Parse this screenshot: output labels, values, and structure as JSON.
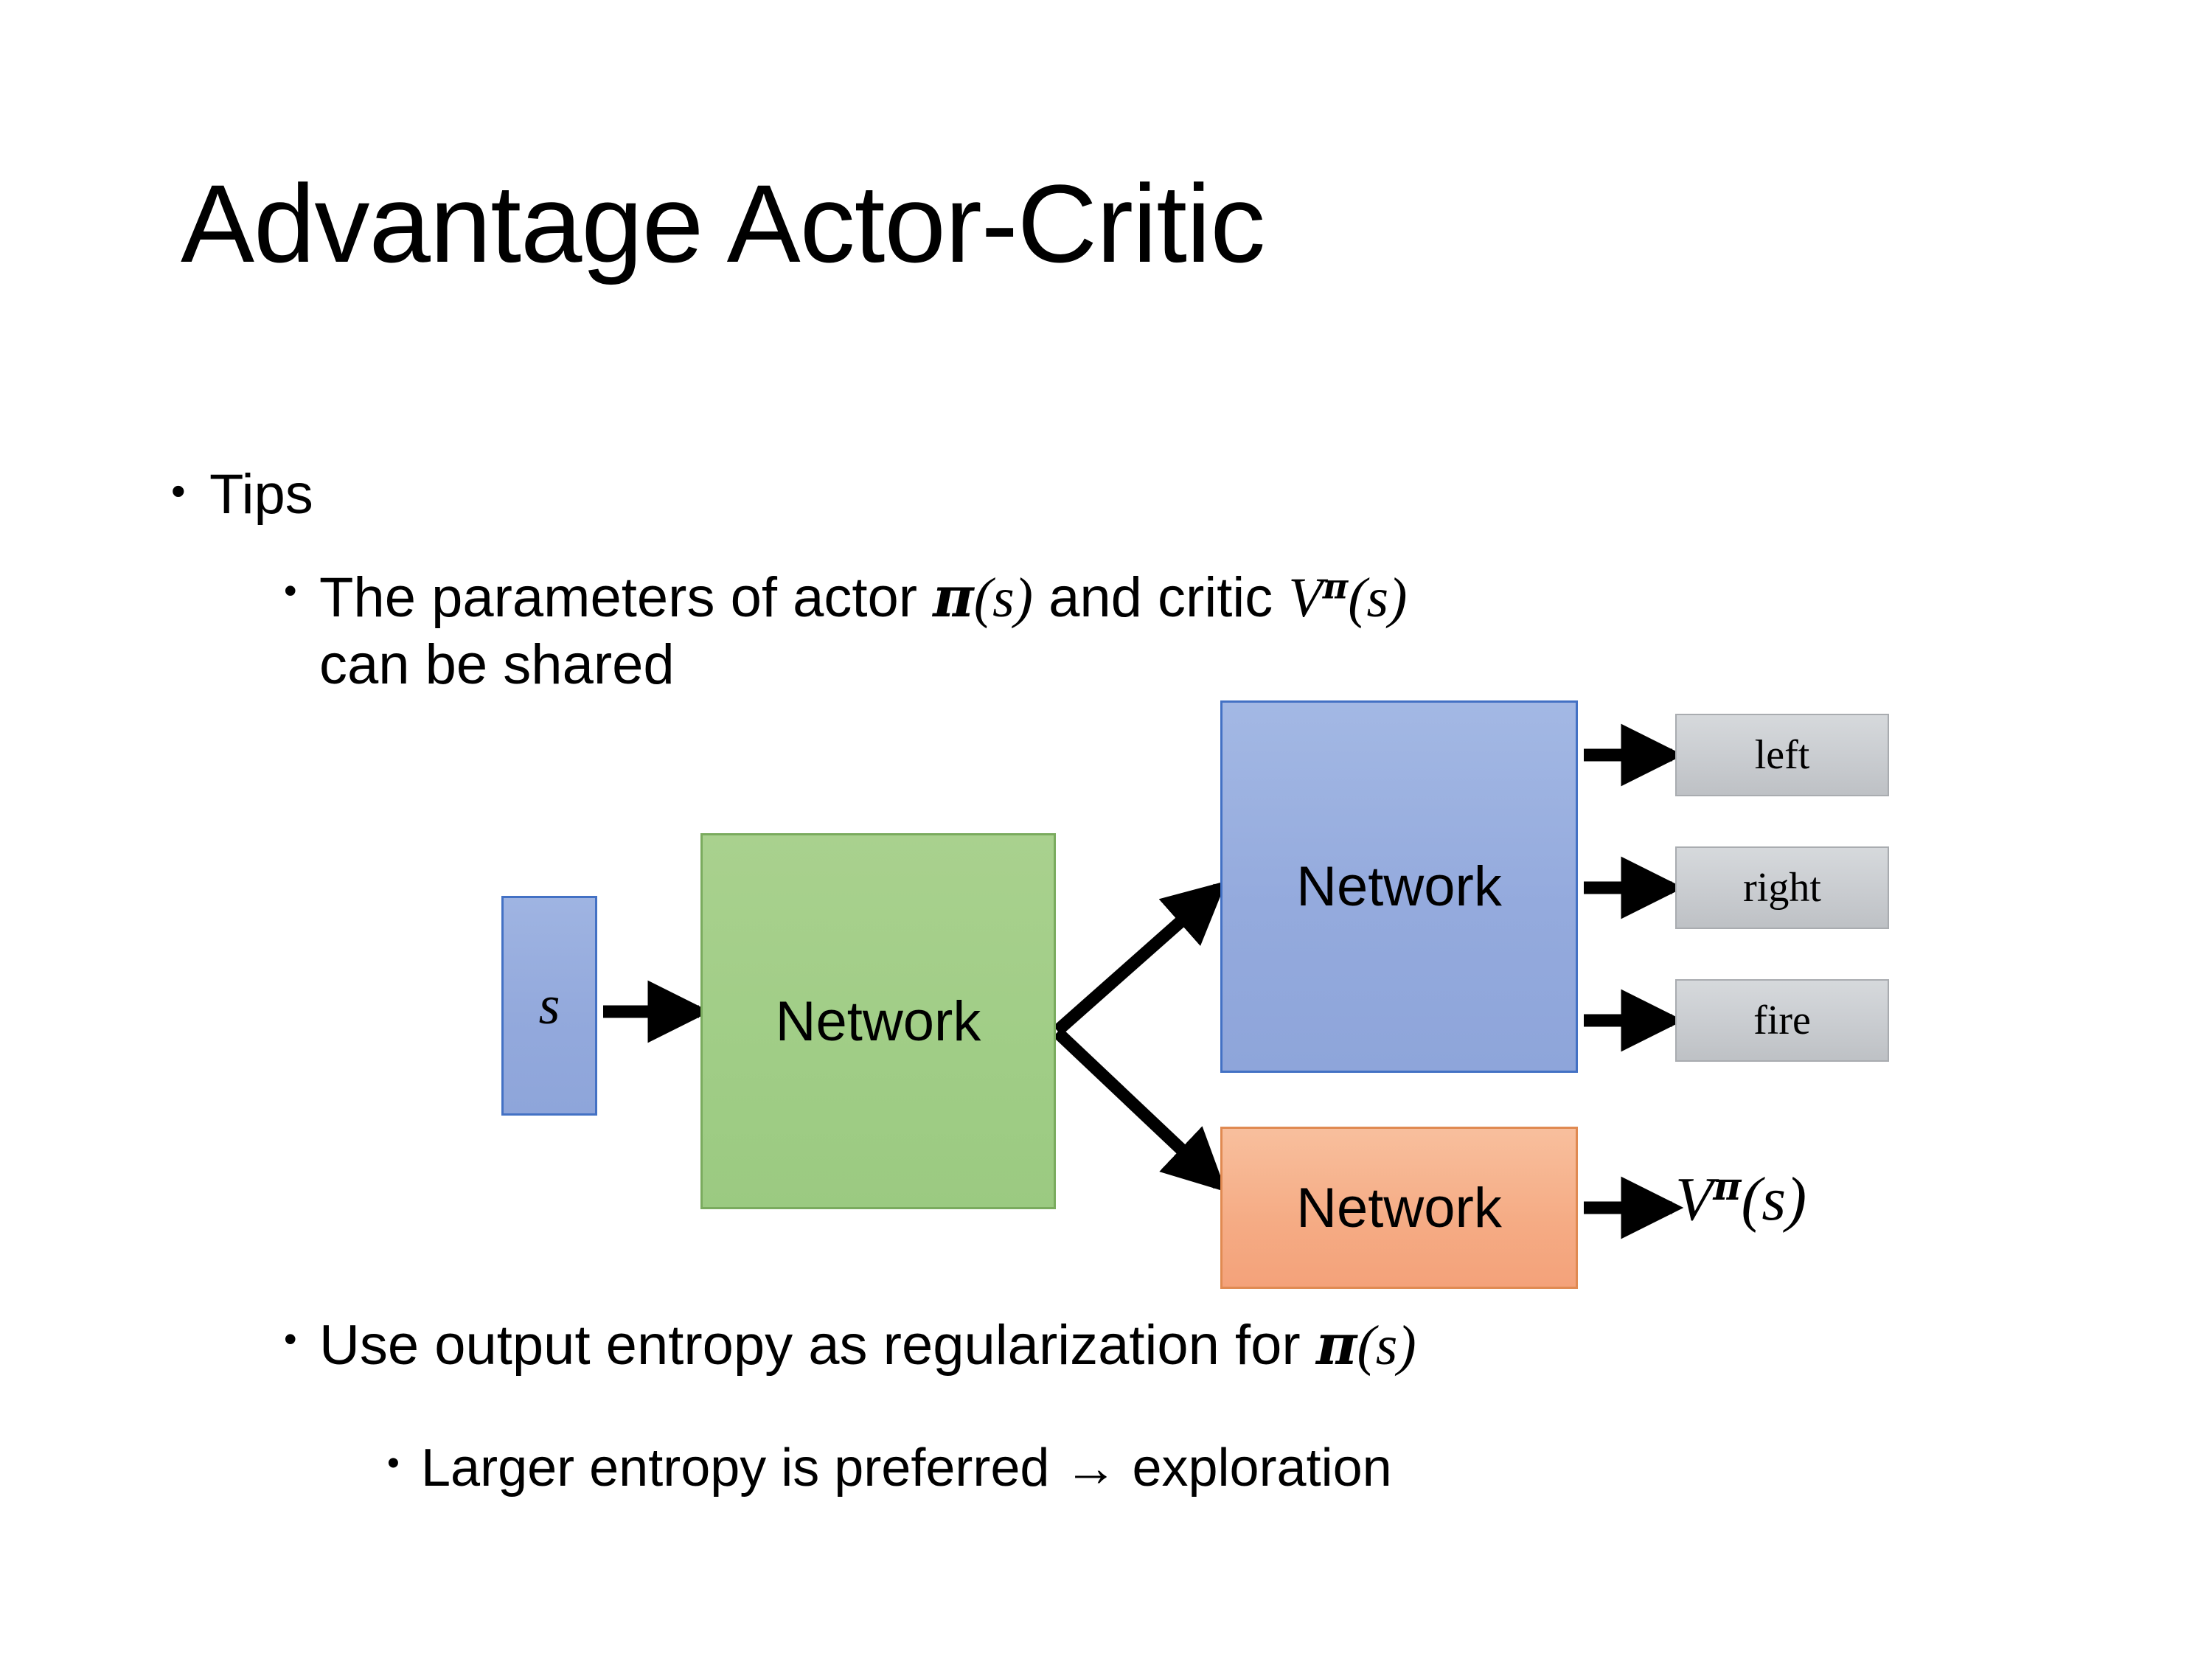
{
  "slide": {
    "title": "Advantage Actor-Critic",
    "background": "#ffffff"
  },
  "bullets": {
    "tips": {
      "marker": "•",
      "text": "Tips"
    },
    "parameters": {
      "marker": "•",
      "text_before_pi": "The parameters of actor ",
      "pi_base": "π",
      "pi_args": "(s)",
      "text_mid": "  and critic ",
      "v_base": "V",
      "v_sup": "π",
      "v_args": "(s)",
      "line2": "can be shared"
    },
    "entropy": {
      "marker": "•",
      "text": "Use output entropy as regularization for ",
      "pi_base": "π",
      "pi_args": "(s)"
    },
    "larger": {
      "marker": "•",
      "text": "Larger entropy is preferred → exploration"
    }
  },
  "diagram": {
    "input_node": {
      "label": "s",
      "fill": "#93a9dc",
      "border": "#4371c4"
    },
    "shared_node": {
      "label": "Network",
      "fill": "#a0cd86",
      "border": "#7aab5e"
    },
    "actor_node": {
      "label": "Network",
      "fill": "#94aadd",
      "border": "#4371c4"
    },
    "critic_node": {
      "label": "Network",
      "fill": "#f5ab84",
      "border": "#e08a52"
    },
    "actions": [
      {
        "label": "left"
      },
      {
        "label": "right"
      },
      {
        "label": "fire"
      }
    ],
    "value_output": {
      "base": "V",
      "sup": "π",
      "args": "(s)"
    },
    "arrow_color": "#000000"
  }
}
